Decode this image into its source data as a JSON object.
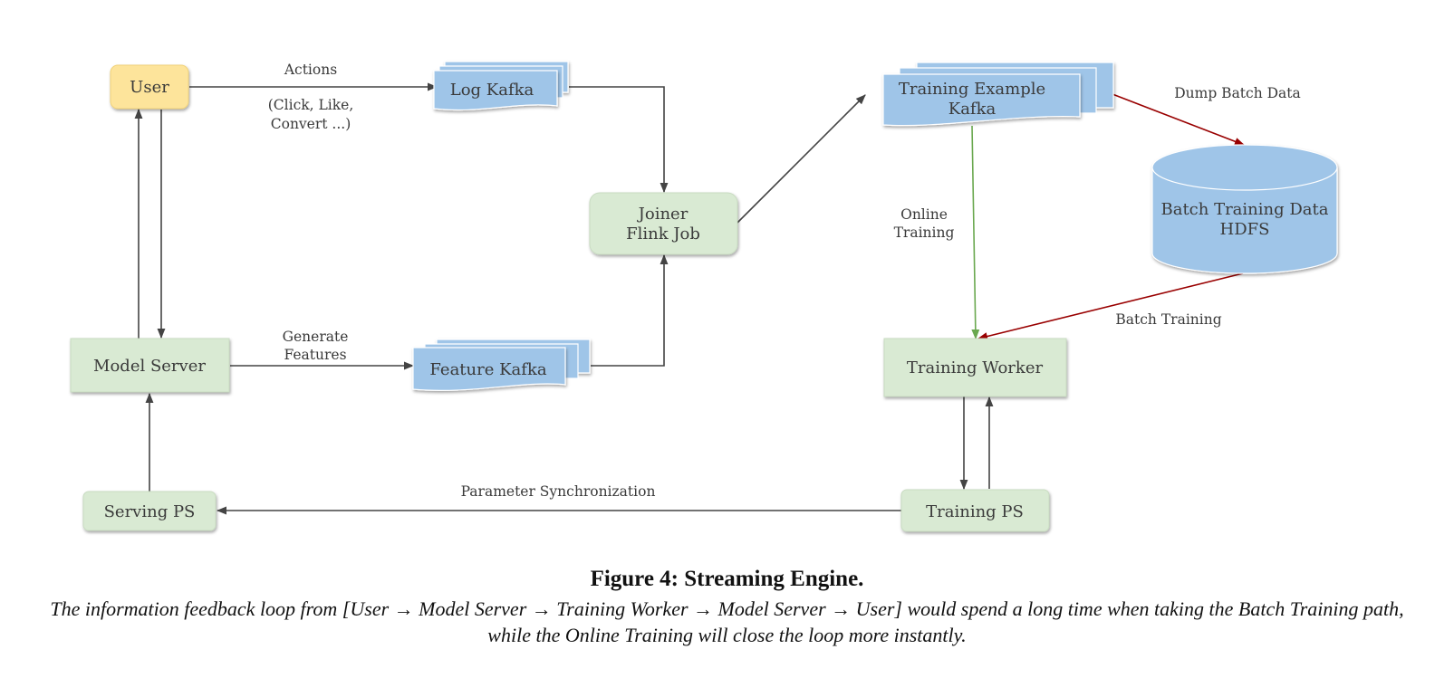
{
  "colors": {
    "user_fill": "#fde49b",
    "green_fill": "#d9ead3",
    "blue_fill": "#9fc5e8",
    "arrow_default": "#444444",
    "arrow_online": "#6aa84f",
    "arrow_batch": "#990000"
  },
  "nodes": {
    "user": "User",
    "log_kafka": "Log Kafka",
    "joiner_line1": "Joiner",
    "joiner_line2": "Flink Job",
    "training_example_line1": "Training Example",
    "training_example_line2": "Kafka",
    "batch_data_line1": "Batch Training Data",
    "batch_data_line2": "HDFS",
    "model_server": "Model Server",
    "feature_kafka": "Feature Kafka",
    "training_worker": "Training Worker",
    "serving_ps": "Serving PS",
    "training_ps": "Training PS"
  },
  "edges": {
    "actions": "Actions",
    "actions_detail_line1": "(Click, Like,",
    "actions_detail_line2": "Convert ...)",
    "generate_line1": "Generate",
    "generate_line2": "Features",
    "dump_batch": "Dump Batch Data",
    "online_line1": "Online",
    "online_line2": "Training",
    "batch_training": "Batch Training",
    "param_sync": "Parameter Synchronization"
  },
  "caption": {
    "title": "Figure 4: Streaming Engine.",
    "body": "The information feedback loop from [User → Model Server → Training Worker → Model Server → User] would spend a long time when taking the Batch Training path, while the Online Training will close the loop more instantly."
  }
}
